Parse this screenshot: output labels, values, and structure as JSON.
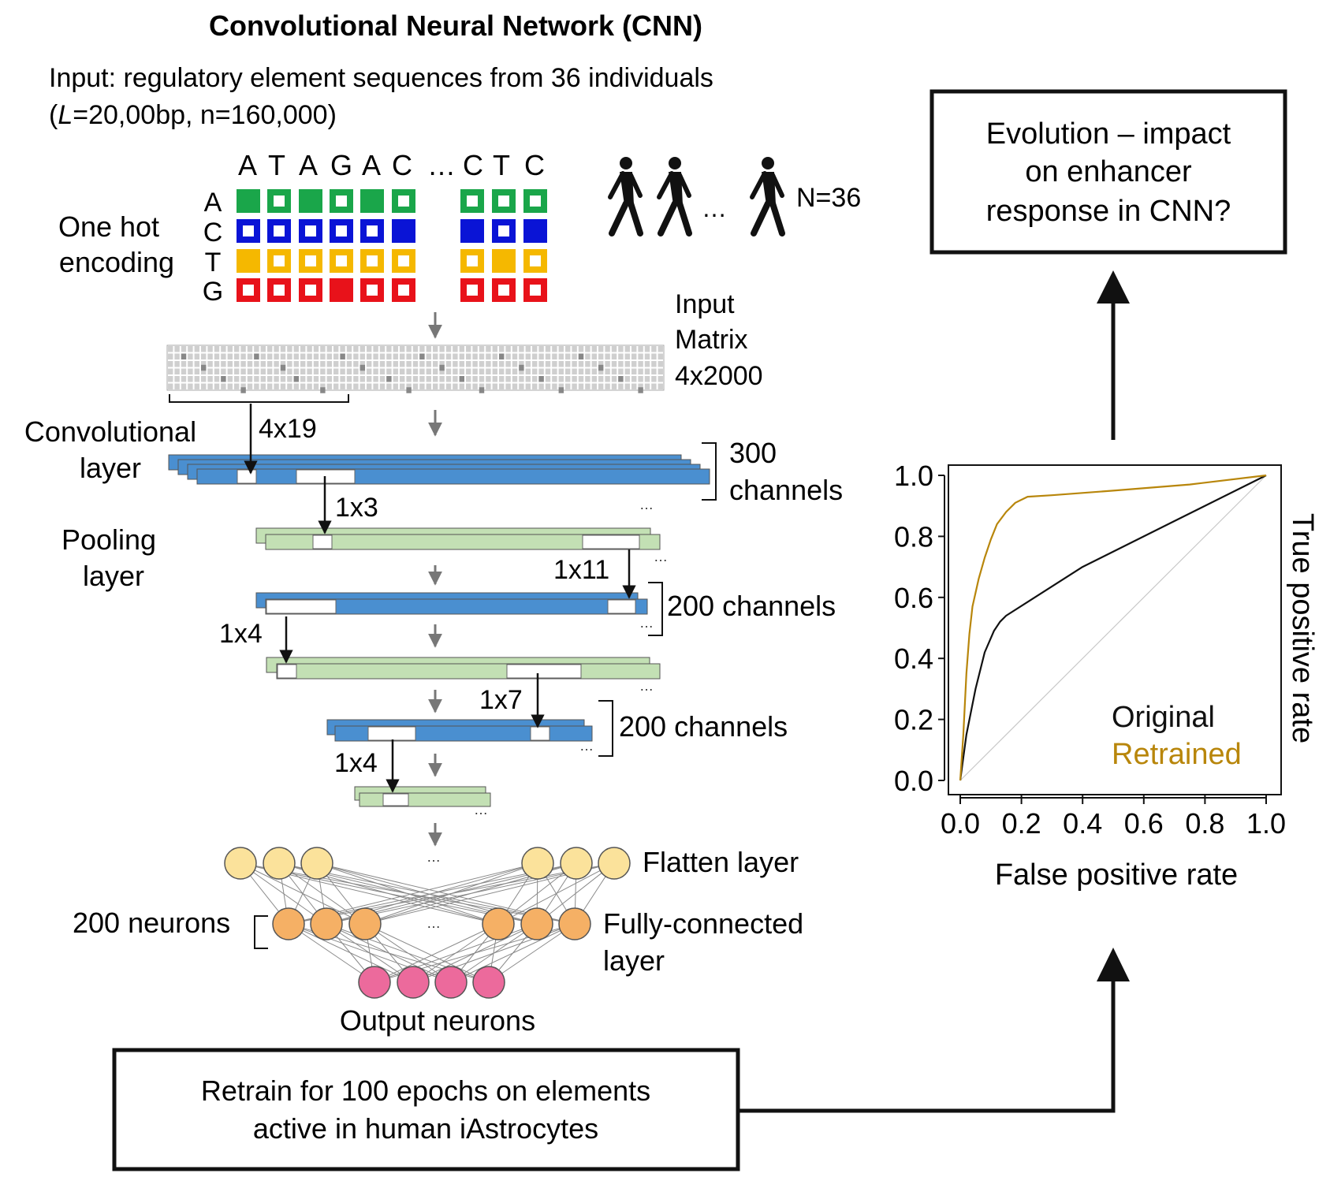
{
  "title": "Convolutional Neural Network (CNN)",
  "input_line1": "Input: regulatory element sequences from 36 individuals",
  "input_line2_prefix": "(",
  "input_line2_L": "L",
  "input_line2_rest": "=20,00bp, n=160,000)",
  "sequence_letters": [
    "A",
    "T",
    "A",
    "G",
    "A",
    "C",
    "…",
    "C",
    "T",
    "C"
  ],
  "sequence_ellipsis": "…",
  "one_hot_label": [
    "One hot",
    "encoding"
  ],
  "bases": [
    "A",
    "C",
    "T",
    "G"
  ],
  "base_colors": {
    "A": "#1aa64a",
    "C": "#0a14d6",
    "T": "#f5b800",
    "G": "#e8121a"
  },
  "one_hot_matrix": {
    "A": [
      1,
      0,
      1,
      0,
      1,
      0,
      0,
      0,
      0
    ],
    "C": [
      0,
      0,
      0,
      0,
      0,
      1,
      1,
      0,
      1
    ],
    "T": [
      1,
      0,
      0,
      0,
      0,
      0,
      0,
      1,
      0
    ],
    "G": [
      0,
      0,
      0,
      1,
      0,
      0,
      0,
      0,
      0
    ]
  },
  "individuals_label": "N=36",
  "individuals_ellipsis": "…",
  "input_matrix_label": [
    "Input",
    "Matrix",
    "4x2000"
  ],
  "conv_layer_label": [
    "Convolutional",
    "layer"
  ],
  "pool_layer_label": [
    "Pooling",
    "layer"
  ],
  "kernel_labels": [
    "4x19",
    "1x3",
    "1x11",
    "1x4",
    "1x7",
    "1x4"
  ],
  "channels_labels": [
    [
      "300",
      "channels"
    ],
    [
      "200 channels"
    ],
    [
      "200 channels"
    ]
  ],
  "flatten_label": "Flatten layer",
  "fc_label": [
    "Fully-connected",
    "layer"
  ],
  "neurons_label": "200 neurons",
  "output_label": "Output neurons",
  "small_ellipsis": "…",
  "layer_colors": {
    "conv": "#4a8fd0",
    "pool": "#c3e0b4",
    "flatten": "#fbe29b",
    "fc": "#f5b065",
    "output": "#ec6a9c"
  },
  "question_box": [
    "Evolution – impact",
    "on enhancer",
    "response in CNN?"
  ],
  "retrain_box": [
    "Retrain for 100 epochs on elements",
    "active in human iAstrocytes"
  ],
  "chart_data": {
    "type": "line",
    "xlabel": "False positive rate",
    "ylabel": "True positive rate",
    "xlim": [
      0,
      1
    ],
    "ylim": [
      0,
      1
    ],
    "xticks": [
      "0.0",
      "0.2",
      "0.4",
      "0.6",
      "0.8",
      "1.0"
    ],
    "yticks": [
      "0.0",
      "0.2",
      "0.4",
      "0.6",
      "0.8",
      "1.0"
    ],
    "legend_placement": "bottom-right",
    "grid": false,
    "series": [
      {
        "name": "Original",
        "color": "#111111",
        "x": [
          0,
          0.02,
          0.05,
          0.08,
          0.11,
          0.13,
          0.15,
          0.4,
          0.7,
          1.0
        ],
        "y": [
          0,
          0.15,
          0.3,
          0.42,
          0.49,
          0.52,
          0.54,
          0.7,
          0.85,
          1.0
        ]
      },
      {
        "name": "Retrained",
        "color": "#b8860b",
        "x": [
          0,
          0.01,
          0.02,
          0.03,
          0.04,
          0.06,
          0.08,
          0.1,
          0.12,
          0.15,
          0.18,
          0.22,
          0.3,
          0.5,
          0.75,
          1.0
        ],
        "y": [
          0,
          0.15,
          0.35,
          0.48,
          0.57,
          0.66,
          0.73,
          0.79,
          0.84,
          0.88,
          0.91,
          0.93,
          0.935,
          0.95,
          0.97,
          1.0
        ]
      },
      {
        "name": "",
        "color": "#c8c8c8",
        "x": [
          0,
          1
        ],
        "y": [
          0,
          1
        ]
      }
    ]
  }
}
